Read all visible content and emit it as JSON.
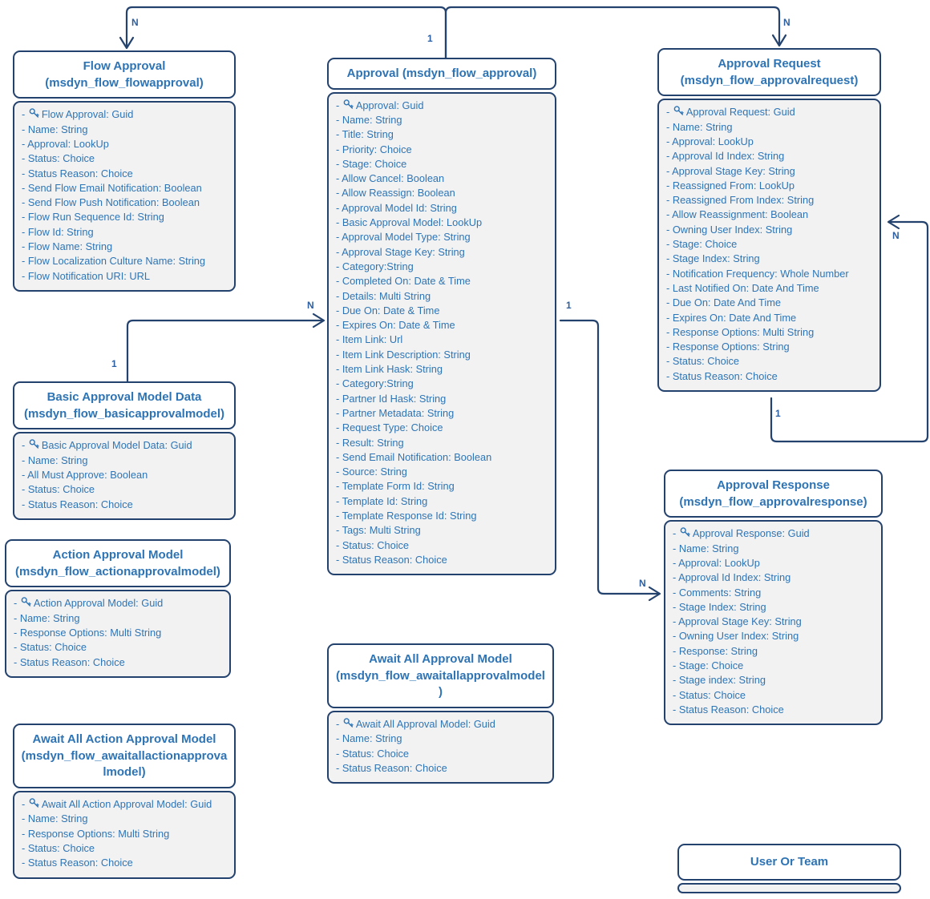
{
  "entities": [
    {
      "id": "flow-approval",
      "display_name": "Flow Approval",
      "logical_name": "(msdyn_flow_flowapproval)",
      "attributes": [
        {
          "text": "Flow Approval: Guid",
          "key": true
        },
        {
          "text": "Name: String",
          "key": false
        },
        {
          "text": "Approval: LookUp",
          "key": false
        },
        {
          "text": "Status: Choice",
          "key": false
        },
        {
          "text": "Status Reason: Choice",
          "key": false
        },
        {
          "text": "Send Flow Email Notification: Boolean",
          "key": false
        },
        {
          "text": "Send Flow Push Notification: Boolean",
          "key": false
        },
        {
          "text": "Flow Run Sequence Id: String",
          "key": false
        },
        {
          "text": "Flow Id: String",
          "key": false
        },
        {
          "text": "Flow Name: String",
          "key": false
        },
        {
          "text": "Flow Localization Culture Name: String",
          "key": false
        },
        {
          "text": "Flow Notification URI: URL",
          "key": false
        }
      ]
    },
    {
      "id": "approval",
      "display_name": "Approval",
      "logical_name": "(msdyn_flow_approval)",
      "attributes": [
        {
          "text": "Approval: Guid",
          "key": true
        },
        {
          "text": "Name: String",
          "key": false
        },
        {
          "text": "Title: String",
          "key": false
        },
        {
          "text": "Priority: Choice",
          "key": false
        },
        {
          "text": "Stage: Choice",
          "key": false
        },
        {
          "text": "Allow Cancel: Boolean",
          "key": false
        },
        {
          "text": "Allow Reassign: Boolean",
          "key": false
        },
        {
          "text": "Approval Model Id: String",
          "key": false
        },
        {
          "text": "Basic Approval Model: LookUp",
          "key": false
        },
        {
          "text": "Approval Model Type: String",
          "key": false
        },
        {
          "text": "Approval Stage Key: String",
          "key": false
        },
        {
          "text": "Category:String",
          "key": false
        },
        {
          "text": "Completed On: Date & Time",
          "key": false
        },
        {
          "text": "Details: Multi String",
          "key": false
        },
        {
          "text": "Due On: Date & Time",
          "key": false
        },
        {
          "text": "Expires On: Date & Time",
          "key": false
        },
        {
          "text": "Item Link: Url",
          "key": false
        },
        {
          "text": "Item Link Description: String",
          "key": false
        },
        {
          "text": "Item Link Hask: String",
          "key": false
        },
        {
          "text": "Category:String",
          "key": false
        },
        {
          "text": "Partner Id Hask: String",
          "key": false
        },
        {
          "text": "Partner Metadata: String",
          "key": false
        },
        {
          "text": "Request Type: Choice",
          "key": false
        },
        {
          "text": "Result: String",
          "key": false
        },
        {
          "text": "Send Email Notification: Boolean",
          "key": false
        },
        {
          "text": "Source: String",
          "key": false
        },
        {
          "text": "Template Form Id: String",
          "key": false
        },
        {
          "text": "Template Id: String",
          "key": false
        },
        {
          "text": "Template Response Id: String",
          "key": false
        },
        {
          "text": "Tags: Multi String",
          "key": false
        },
        {
          "text": "Status: Choice",
          "key": false
        },
        {
          "text": "Status Reason: Choice",
          "key": false
        }
      ]
    },
    {
      "id": "approval-request",
      "display_name": "Approval Request",
      "logical_name": "(msdyn_flow_approvalrequest)",
      "attributes": [
        {
          "text": "Approval Request: Guid",
          "key": true
        },
        {
          "text": "Name: String",
          "key": false
        },
        {
          "text": "Approval: LookUp",
          "key": false
        },
        {
          "text": "Approval Id Index: String",
          "key": false
        },
        {
          "text": "Approval Stage Key: String",
          "key": false
        },
        {
          "text": "Reassigned From: LookUp",
          "key": false
        },
        {
          "text": "Reassigned From Index: String",
          "key": false
        },
        {
          "text": "Allow Reassignment: Boolean",
          "key": false
        },
        {
          "text": "Owning User Index: String",
          "key": false
        },
        {
          "text": "Stage: Choice",
          "key": false
        },
        {
          "text": "Stage Index: String",
          "key": false
        },
        {
          "text": "Notification Frequency: Whole Number",
          "key": false
        },
        {
          "text": "Last Notified On: Date And Time",
          "key": false
        },
        {
          "text": "Due On: Date And Time",
          "key": false
        },
        {
          "text": "Expires On: Date And Time",
          "key": false
        },
        {
          "text": "Response Options: Multi String",
          "key": false
        },
        {
          "text": "Response Options: String",
          "key": false
        },
        {
          "text": "Status: Choice",
          "key": false
        },
        {
          "text": "Status Reason: Choice",
          "key": false
        }
      ]
    },
    {
      "id": "basic-approval-model",
      "display_name": "Basic Approval Model Data",
      "logical_name": "(msdyn_flow_basicapprovalmodel)",
      "attributes": [
        {
          "text": "Basic Approval Model Data: Guid",
          "key": true
        },
        {
          "text": "Name: String",
          "key": false
        },
        {
          "text": "All Must Approve: Boolean",
          "key": false
        },
        {
          "text": "Status: Choice",
          "key": false
        },
        {
          "text": "Status Reason: Choice",
          "key": false
        }
      ]
    },
    {
      "id": "action-approval-model",
      "display_name": "Action Approval Model",
      "logical_name": "(msdyn_flow_actionapprovalmodel)",
      "attributes": [
        {
          "text": "Action Approval Model: Guid",
          "key": true
        },
        {
          "text": "Name: String",
          "key": false
        },
        {
          "text": "Response Options: Multi String",
          "key": false
        },
        {
          "text": "Status: Choice",
          "key": false
        },
        {
          "text": "Status Reason: Choice",
          "key": false
        }
      ]
    },
    {
      "id": "await-all-action-approval-model",
      "display_name": "Await All Action Approval Model",
      "logical_name": "(msdyn_flow_awaitallactionapprovalmodel)",
      "attributes": [
        {
          "text": "Await All Action Approval Model: Guid",
          "key": true
        },
        {
          "text": "Name: String",
          "key": false
        },
        {
          "text": "Response Options: Multi String",
          "key": false
        },
        {
          "text": "Status: Choice",
          "key": false
        },
        {
          "text": "Status Reason: Choice",
          "key": false
        }
      ]
    },
    {
      "id": "await-all-approval-model",
      "display_name": "Await All Approval Model",
      "logical_name": "(msdyn_flow_awaitallapprovalmodel)",
      "attributes": [
        {
          "text": "Await All Approval Model: Guid",
          "key": true
        },
        {
          "text": "Name: String",
          "key": false
        },
        {
          "text": "Status: Choice",
          "key": false
        },
        {
          "text": "Status Reason: Choice",
          "key": false
        }
      ]
    },
    {
      "id": "approval-response",
      "display_name": "Approval Response",
      "logical_name": "(msdyn_flow_approvalresponse)",
      "attributes": [
        {
          "text": "Approval Response: Guid",
          "key": true
        },
        {
          "text": "Name: String",
          "key": false
        },
        {
          "text": "Approval: LookUp",
          "key": false
        },
        {
          "text": "Approval Id Index: String",
          "key": false
        },
        {
          "text": "Comments: String",
          "key": false
        },
        {
          "text": "Stage Index: String",
          "key": false
        },
        {
          "text": "Approval Stage Key: String",
          "key": false
        },
        {
          "text": "Owning User Index: String",
          "key": false
        },
        {
          "text": "Response: String",
          "key": false
        },
        {
          "text": "Stage: Choice",
          "key": false
        },
        {
          "text": "Stage index: String",
          "key": false
        },
        {
          "text": "Status: Choice",
          "key": false
        },
        {
          "text": "Status Reason: Choice",
          "key": false
        }
      ]
    },
    {
      "id": "user-or-team",
      "display_name": "User Or Team",
      "logical_name": "",
      "attributes": []
    }
  ],
  "connectors": [
    {
      "from": "Approval",
      "to": "Flow Approval",
      "from_label": "1",
      "to_label": "N"
    },
    {
      "from": "Approval",
      "to": "Approval Request",
      "from_label": "1",
      "to_label": "N"
    },
    {
      "from": "Basic Approval Model Data",
      "to": "Approval",
      "from_label": "1",
      "to_label": "N"
    },
    {
      "from": "Approval",
      "to": "Approval Response",
      "from_label": "1",
      "to_label": "N"
    },
    {
      "from": "Approval Request",
      "to": "Approval Request",
      "self_reference": true,
      "from_label": "1",
      "to_label": "N"
    }
  ],
  "colors": {
    "line": "#24426e",
    "header_text": "#2e74b5",
    "attribute_text": "#2e75b6",
    "attribute_bg": "#f2f2f2",
    "header_bg": "#ffffff"
  }
}
